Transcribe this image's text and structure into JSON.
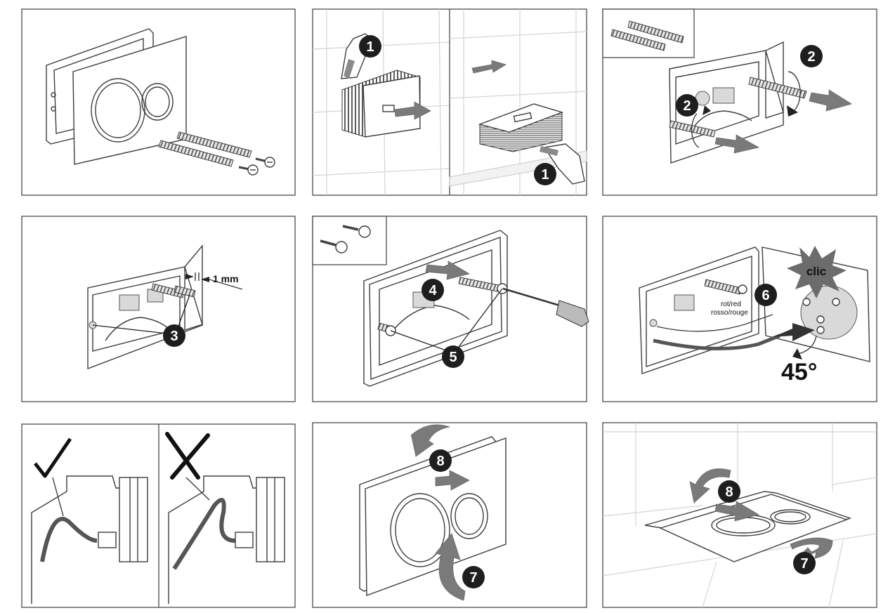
{
  "steps": {
    "s1": "1",
    "s2": "2",
    "s3": "3",
    "s4": "4",
    "s5": "5",
    "s6": "6",
    "s7": "7",
    "s8": "8"
  },
  "labels": {
    "gap": "1 mm",
    "clic": "clic",
    "wire_color_1": "rot/red",
    "wire_color_2": "rosso/rouge",
    "angle": "45°"
  },
  "marks": {
    "correct": "check-mark-icon",
    "incorrect": "cross-mark-icon"
  },
  "colors": {
    "outline": "#3d3d3d",
    "arrow_grey": "#7a7a7a",
    "badge": "#1e1e1e",
    "tile_grid": "#d4d4d4"
  }
}
